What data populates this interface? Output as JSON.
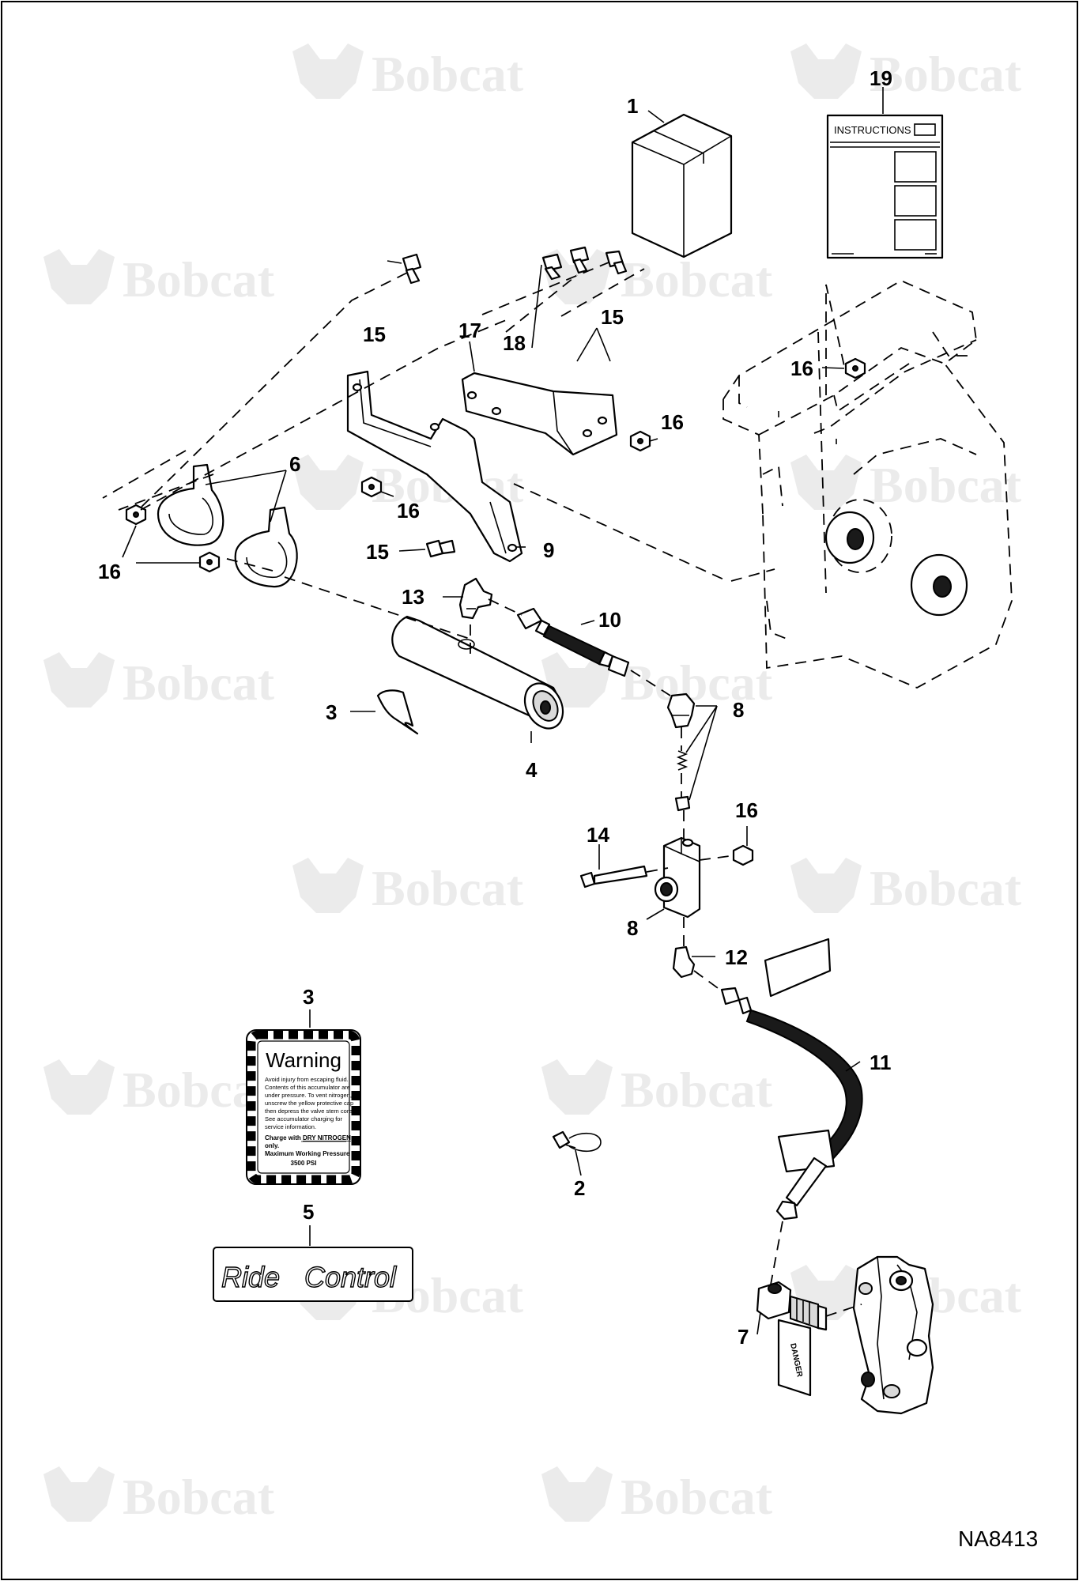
{
  "drawing_id": "NA8413",
  "watermark_text": "Bobcat",
  "callouts": [
    "1",
    "19",
    "15",
    "17",
    "18",
    "15",
    "16",
    "16",
    "6",
    "16",
    "16",
    "15",
    "9",
    "13",
    "10",
    "3",
    "4",
    "8",
    "16",
    "14",
    "8",
    "12",
    "11",
    "3",
    "2",
    "5",
    "7"
  ],
  "decal_warning": {
    "title": "Warning",
    "body_lines": [
      "Avoid injury from escaping fluid.",
      "Contents of this accumulator are",
      "under pressure.  To vent nitrogen,",
      "unscrew the yellow protective cap",
      "then depress the valve stem core.",
      "See accumulator charging for",
      "service information."
    ],
    "charge_prefix": "Charge with ",
    "charge_gas": "DRY NITROGEN",
    "charge_suffix": "only.",
    "pressure_label": "Maximum Working Pressure",
    "pressure_value": "3500 PSI"
  },
  "decal_ride_control": {
    "word1": "Ride",
    "word2": "Control"
  },
  "instructions_sheet": {
    "title": "INSTRUCTIONS"
  },
  "danger_tag": "DANGER"
}
